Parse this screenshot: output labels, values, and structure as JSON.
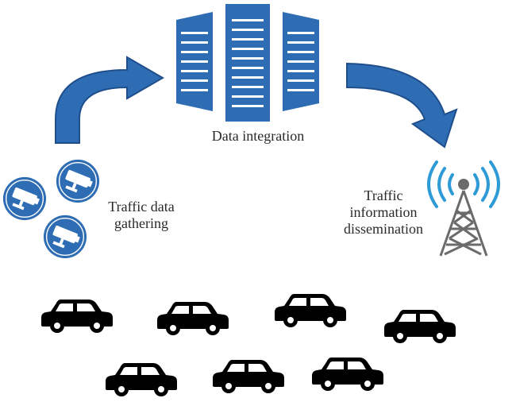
{
  "labels": {
    "data_integration": "Data integration",
    "traffic_data_gathering": [
      "Traffic data",
      "gathering"
    ],
    "traffic_information_dissemination": [
      "Traffic",
      "information",
      "dissemination"
    ]
  },
  "colors": {
    "primary_blue": "#2E6DB4",
    "dark_blue": "#1F4E8C",
    "signal_blue": "#2E9AD6",
    "tower_gray": "#6b6b6b",
    "car_black": "#000000",
    "text": "#2a2a2a"
  },
  "icons": {
    "server": "server-rack-icon",
    "camera": "cctv-camera-icon",
    "tower": "radio-tower-icon",
    "car": "car-icon",
    "arrow": "curved-arrow-icon"
  }
}
